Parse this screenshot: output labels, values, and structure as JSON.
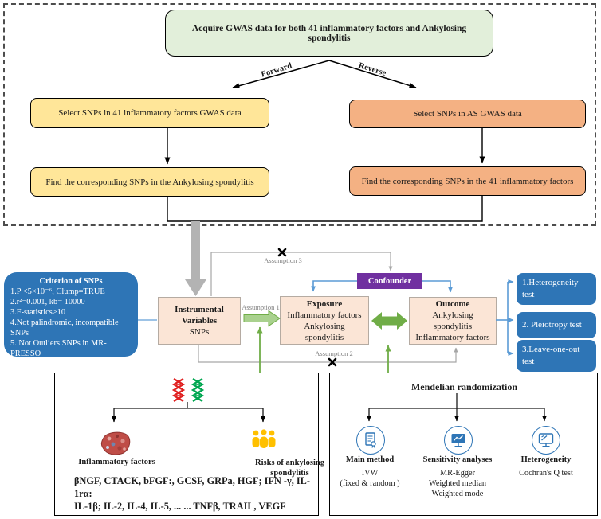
{
  "colors": {
    "accent_blue": "#2e75b6",
    "accent_green": "#70ad47",
    "accent_purple": "#7030a0",
    "box_green": "#e2efda",
    "box_yellow": "#ffe699",
    "box_orange": "#f4b183",
    "box_peach": "#fbe5d6"
  },
  "top_flow": {
    "acquire": "Acquire GWAS data for both 41 inflammatory factors and Ankylosing spondylitis",
    "forward": "Forward",
    "reverse": "Reverse",
    "select_inflammatory": "Select SNPs in  41 inflammatory factors GWAS data",
    "select_as": "Select SNPs in  AS GWAS data",
    "find_as": "Find the corresponding SNPs in the  Ankylosing spondylitis",
    "find_inflammatory": "Find the corresponding SNPs in the 41 inflammatory factors"
  },
  "criterion": {
    "title": "Criterion of SNPs",
    "items": [
      "1.P <5×10⁻⁶, Clump=TRUE",
      "2.r²=0.001, kb= 10000",
      "3.F-statistics>10",
      "4.Not palindromic, incompatible SNPs",
      "5. Not Outliers SNPs in MR-PRESSO"
    ]
  },
  "model": {
    "iv": {
      "line1": "Instrumental",
      "line2": "Variables",
      "line3": "SNPs"
    },
    "exposure": {
      "title": "Exposure",
      "lines": [
        "Inflammatory factors",
        "Ankylosing",
        "spondylitis"
      ]
    },
    "outcome": {
      "title": "Outcome",
      "lines": [
        "Ankylosing",
        "spondylitis",
        "Inflammatory factors"
      ]
    },
    "confounder": "Confounder",
    "assumption1": "Assumption 1",
    "assumption2": "Assumption 2",
    "assumption3": "Assumption 3"
  },
  "tests": [
    {
      "label": "1.Heterogeneity test"
    },
    {
      "label": "2. Pleiotropy test"
    },
    {
      "label": "3.Leave-one-out test"
    }
  ],
  "factors_panel": {
    "inflammatory_label": "Inflammatory factors",
    "risks_line1": "Risks of  ankylosing",
    "risks_line2": "spondylitis",
    "cytokines_line1": "βNGF,  CTACK, bFGF:, GCSF, GRPa,  HGF; IFN -γ,  IL-1rα:",
    "cytokines_line2": "IL-1β; IL-2, IL-4, IL-5, ... ... TNFβ, TRAIL, VEGF"
  },
  "mr_panel": {
    "title": "Mendelian randomization",
    "methods": [
      {
        "label": "Main method",
        "lines": [
          "IVW",
          "(fixed & random )"
        ]
      },
      {
        "label": "Sensitivity analyses",
        "lines": [
          "MR-Egger",
          "Weighted median",
          "Weighted mode"
        ]
      },
      {
        "label": "Heterogeneity",
        "lines": [
          "Cochran's Q test"
        ]
      }
    ]
  }
}
